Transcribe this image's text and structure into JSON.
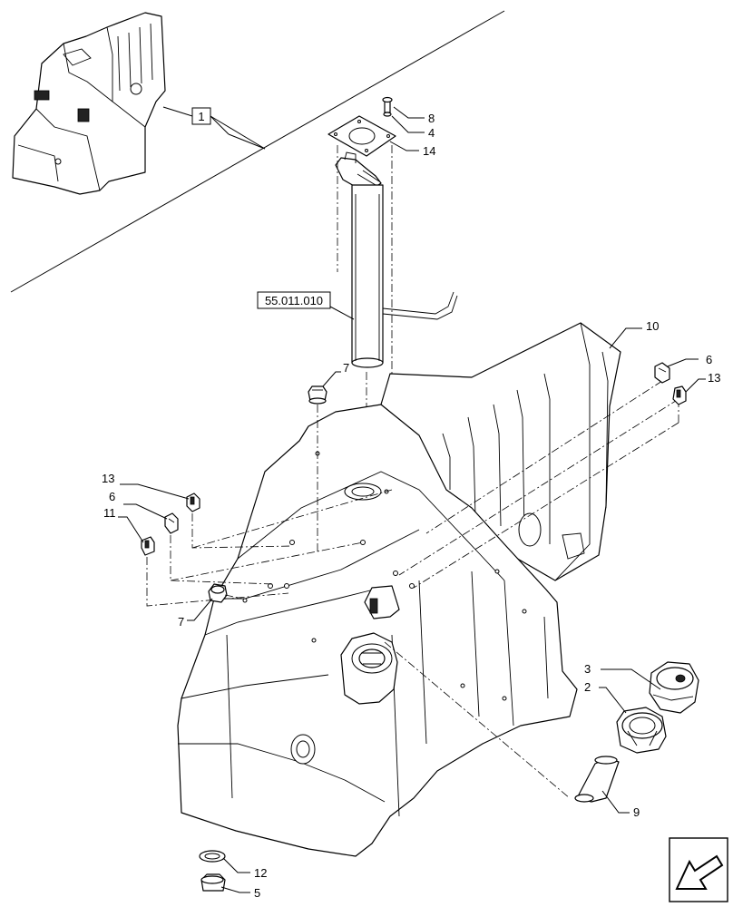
{
  "callouts": [
    {
      "id": "c1",
      "label": "1"
    },
    {
      "id": "c8",
      "label": "8"
    },
    {
      "id": "c4",
      "label": "4"
    },
    {
      "id": "c14",
      "label": "14"
    },
    {
      "id": "c10",
      "label": "10"
    },
    {
      "id": "c6r",
      "label": "6"
    },
    {
      "id": "c13r",
      "label": "13"
    },
    {
      "id": "c7t",
      "label": "7"
    },
    {
      "id": "c13l",
      "label": "13"
    },
    {
      "id": "c6l",
      "label": "6"
    },
    {
      "id": "c11",
      "label": "11"
    },
    {
      "id": "c7b",
      "label": "7"
    },
    {
      "id": "c3",
      "label": "3"
    },
    {
      "id": "c2",
      "label": "2"
    },
    {
      "id": "c9",
      "label": "9"
    },
    {
      "id": "c12",
      "label": "12"
    },
    {
      "id": "c5",
      "label": "5"
    }
  ],
  "reference": {
    "label": "55.011.010"
  },
  "nav_icon": "back-arrow-icon"
}
